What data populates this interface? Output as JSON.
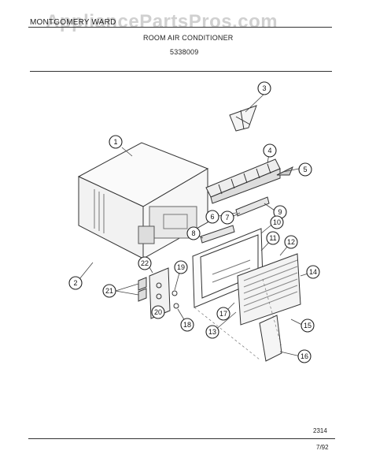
{
  "header": {
    "brand": "MONTGOMERY WARD",
    "title": "ROOM AIR CONDITIONER",
    "model": "5338009"
  },
  "watermark": "AppliancePartsPros.com",
  "footer": {
    "page_number": "2314",
    "date": "7/92"
  },
  "callouts": [
    "1",
    "2",
    "3",
    "4",
    "5",
    "6",
    "7",
    "8",
    "9",
    "10",
    "11",
    "12",
    "13",
    "14",
    "15",
    "16",
    "17",
    "18",
    "19",
    "20",
    "21",
    "22"
  ]
}
